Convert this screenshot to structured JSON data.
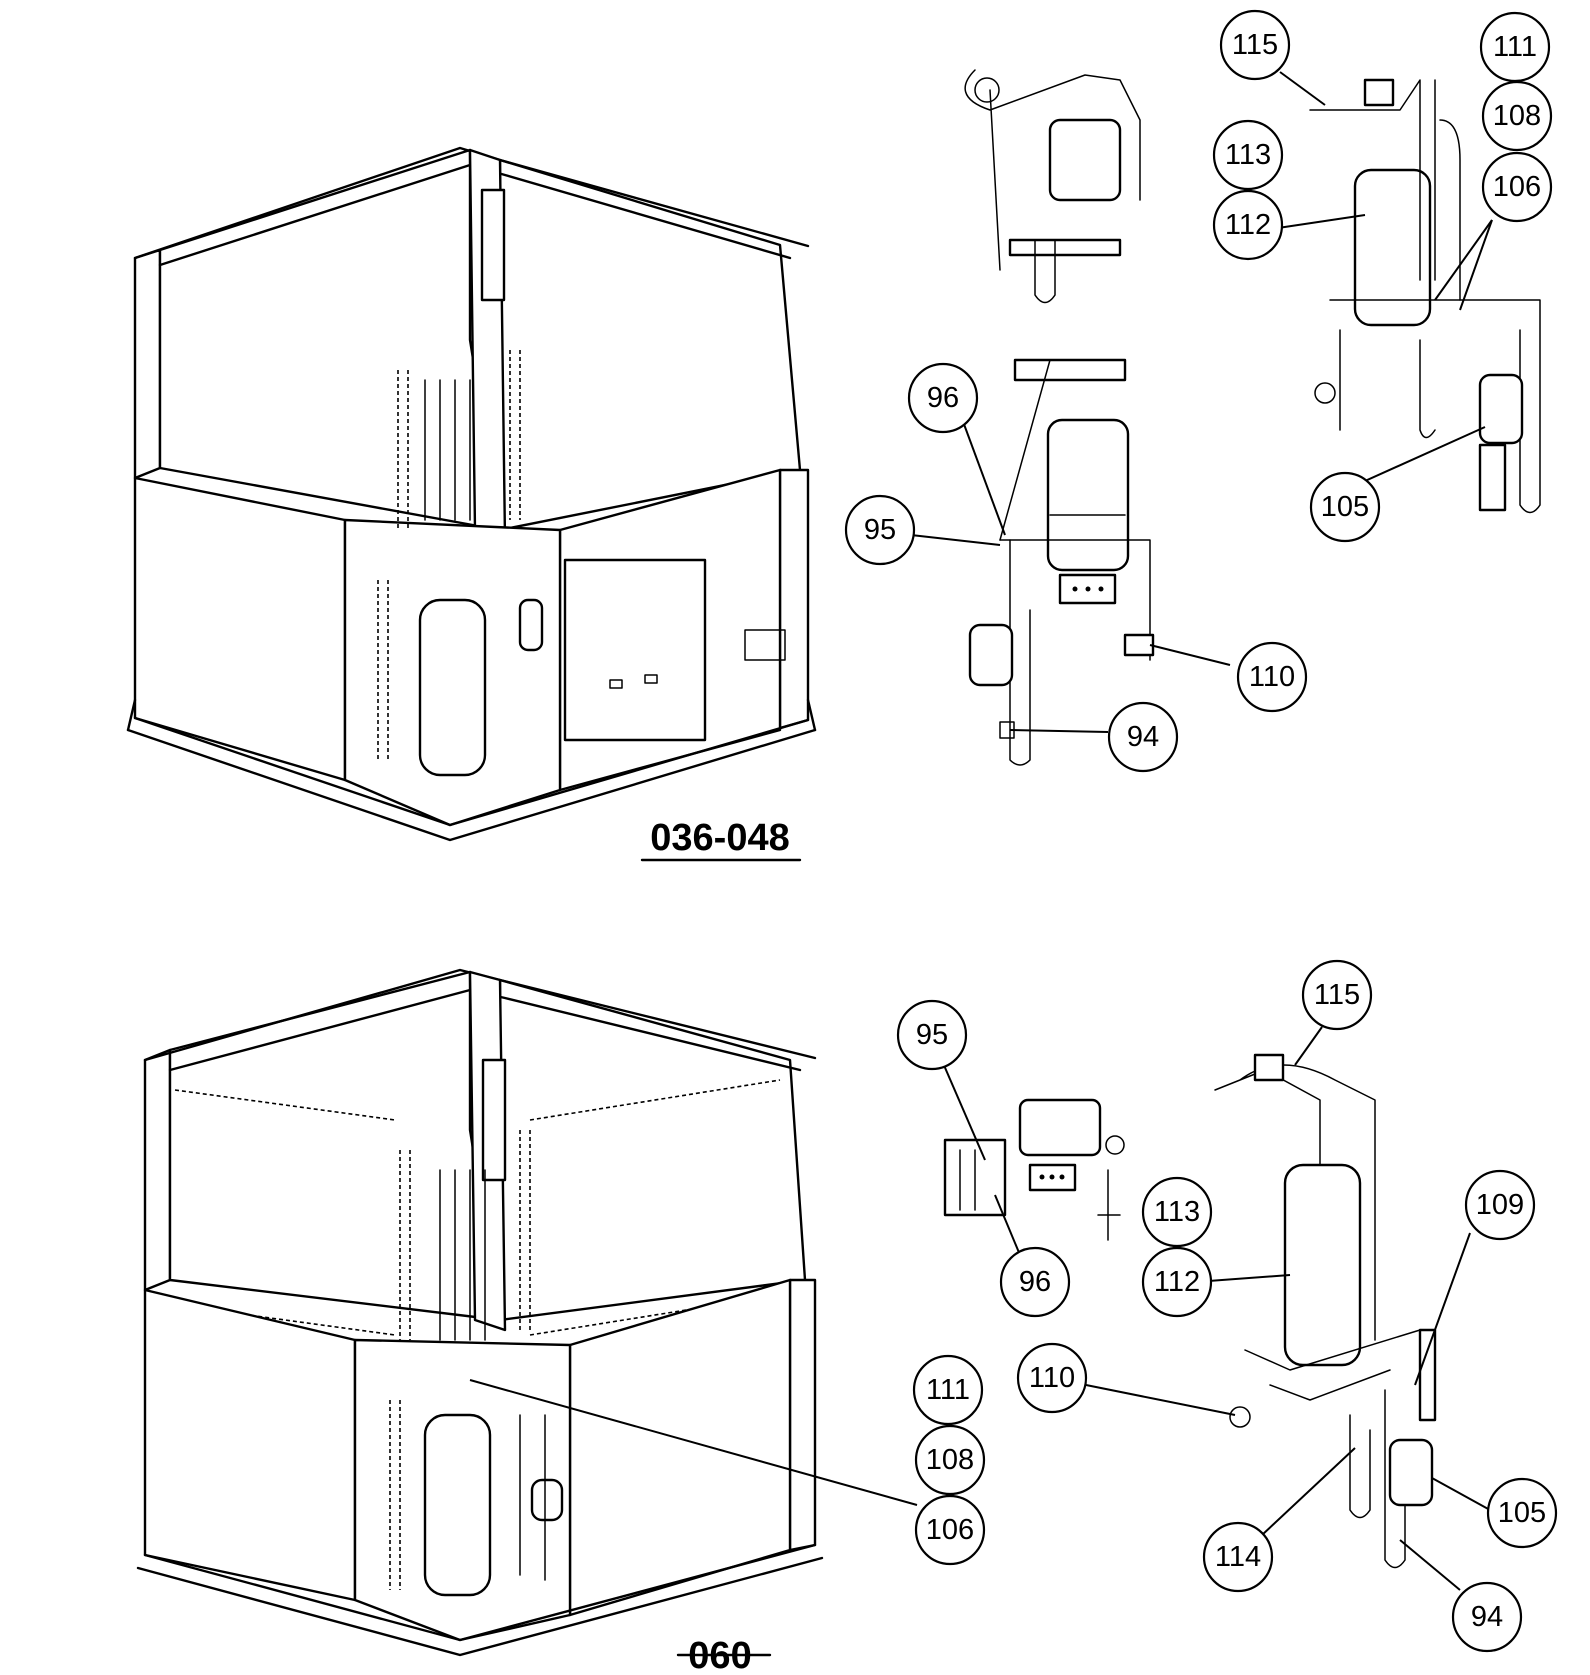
{
  "captions": {
    "upper": "036-048",
    "lower": "060"
  },
  "callouts": [
    {
      "id": "u115",
      "label": "115"
    },
    {
      "id": "u111",
      "label": "111"
    },
    {
      "id": "u108",
      "label": "108"
    },
    {
      "id": "u113",
      "label": "113"
    },
    {
      "id": "u106",
      "label": "106"
    },
    {
      "id": "u112",
      "label": "112"
    },
    {
      "id": "u96",
      "label": "96"
    },
    {
      "id": "u95",
      "label": "95"
    },
    {
      "id": "u105",
      "label": "105"
    },
    {
      "id": "u110",
      "label": "110"
    },
    {
      "id": "u94",
      "label": "94"
    },
    {
      "id": "l115",
      "label": "115"
    },
    {
      "id": "l95",
      "label": "95"
    },
    {
      "id": "l113",
      "label": "113"
    },
    {
      "id": "l109",
      "label": "109"
    },
    {
      "id": "l96",
      "label": "96"
    },
    {
      "id": "l112",
      "label": "112"
    },
    {
      "id": "l111",
      "label": "111"
    },
    {
      "id": "l110",
      "label": "110"
    },
    {
      "id": "l108",
      "label": "108"
    },
    {
      "id": "l106",
      "label": "106"
    },
    {
      "id": "l105",
      "label": "105"
    },
    {
      "id": "l114",
      "label": "114"
    },
    {
      "id": "l94",
      "label": "94"
    }
  ]
}
